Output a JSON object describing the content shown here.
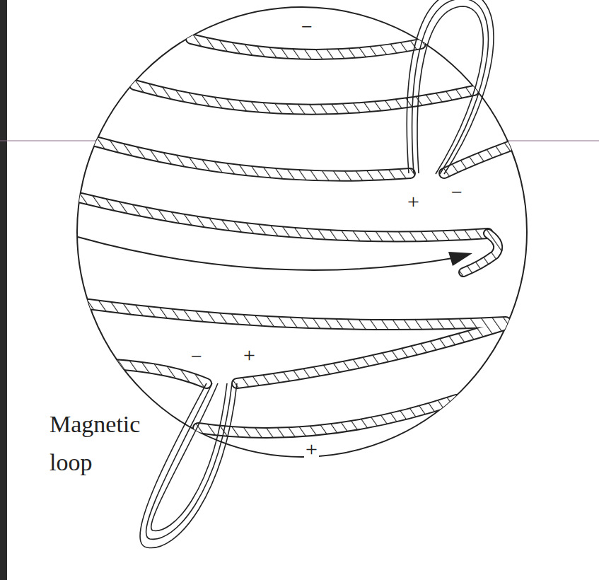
{
  "diagram": {
    "labels": [
      "−",
      "+",
      "−",
      "−",
      "+",
      "+",
      "Magnetic loop"
    ]
  }
}
